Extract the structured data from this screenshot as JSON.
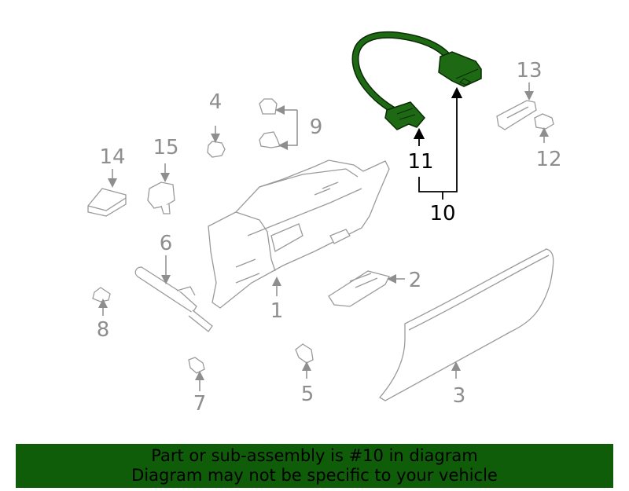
{
  "colors": {
    "part_stroke": "#9a9a9a",
    "highlight_fill": "#1e6a14",
    "highlight_stroke": "#0a2a05",
    "label_highlight": "#000000",
    "label_normal": "#8e8e8e",
    "banner_bg": "#0f5c09"
  },
  "callouts": {
    "c1": "1",
    "c2": "2",
    "c3": "3",
    "c4": "4",
    "c5": "5",
    "c6": "6",
    "c7": "7",
    "c8": "8",
    "c9": "9",
    "c10": "10",
    "c11": "11",
    "c12": "12",
    "c13": "13",
    "c14": "14",
    "c15": "15"
  },
  "banner": {
    "line1": "Part or sub-assembly is #10 in diagram",
    "line2": "Diagram may not be specific to your vehicle"
  }
}
